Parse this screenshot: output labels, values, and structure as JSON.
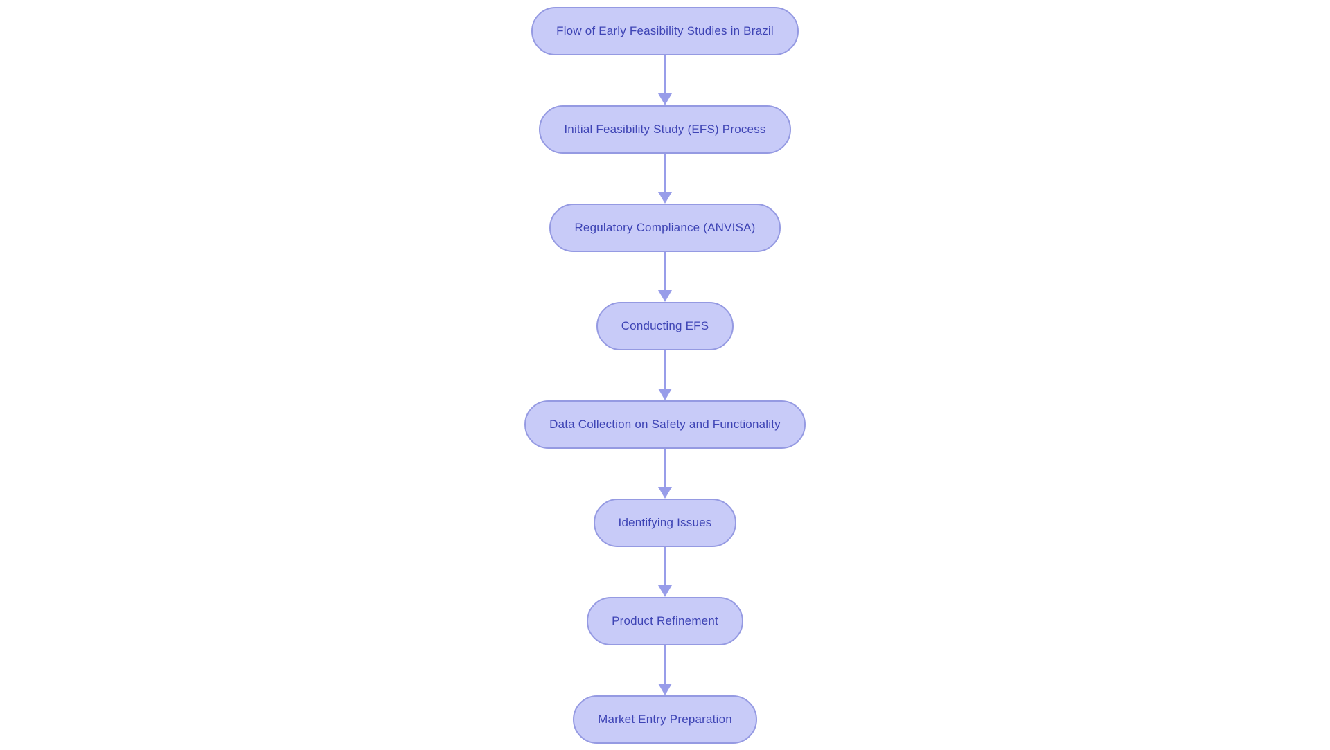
{
  "flowchart": {
    "title": "Flow of Early Feasibility Studies in Brazil",
    "type": "vertical-flowchart",
    "colors": {
      "background": "#ffffff",
      "node_fill": "#c8cbf8",
      "node_border": "#959ae2",
      "node_text": "#3e44b5",
      "arrow_color": "#989de9"
    },
    "nodes": [
      {
        "label": "Flow of Early Feasibility Studies in Brazil"
      },
      {
        "label": "Initial Feasibility Study (EFS) Process"
      },
      {
        "label": "Regulatory Compliance (ANVISA)"
      },
      {
        "label": "Conducting EFS"
      },
      {
        "label": "Data Collection on Safety and Functionality"
      },
      {
        "label": "Identifying Issues"
      },
      {
        "label": "Product Refinement"
      },
      {
        "label": "Market Entry Preparation"
      }
    ],
    "edges": [
      {
        "from": "Flow of Early Feasibility Studies in Brazil",
        "to": "Initial Feasibility Study (EFS) Process",
        "direction": "down"
      },
      {
        "from": "Initial Feasibility Study (EFS) Process",
        "to": "Regulatory Compliance (ANVISA)",
        "direction": "down"
      },
      {
        "from": "Regulatory Compliance (ANVISA)",
        "to": "Conducting EFS",
        "direction": "down"
      },
      {
        "from": "Conducting EFS",
        "to": "Data Collection on Safety and Functionality",
        "direction": "down"
      },
      {
        "from": "Data Collection on Safety and Functionality",
        "to": "Identifying Issues",
        "direction": "down"
      },
      {
        "from": "Identifying Issues",
        "to": "Product Refinement",
        "direction": "down"
      },
      {
        "from": "Product Refinement",
        "to": "Market Entry Preparation",
        "direction": "down"
      }
    ]
  }
}
